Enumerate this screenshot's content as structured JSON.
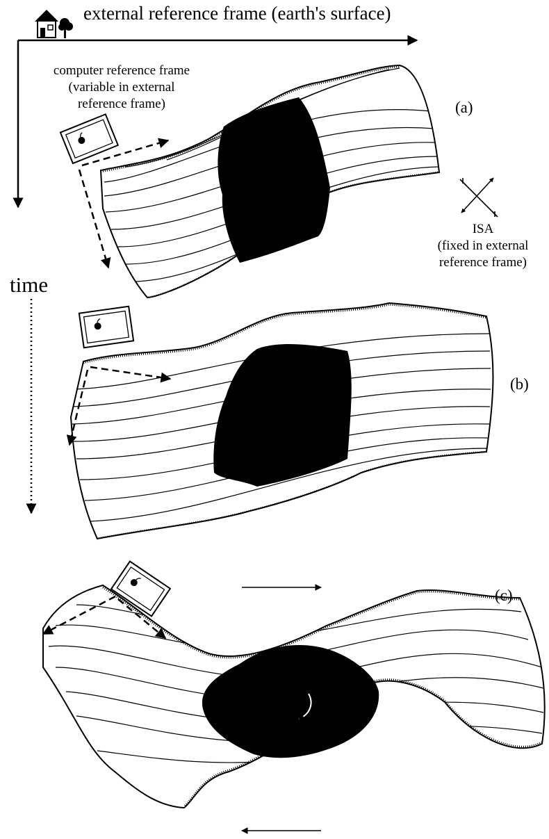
{
  "title": "external reference frame (earth's surface)",
  "computer_frame": {
    "line1": "computer reference frame",
    "line2": "(variable in external",
    "line3": "reference frame)"
  },
  "isa": {
    "line1": "ISA",
    "line2": "(fixed in external",
    "line3": "reference frame)"
  },
  "time_label": "time",
  "panels": [
    "(a)",
    "(b)",
    "(c)"
  ],
  "icons": [
    "house-icon",
    "tree-icon",
    "computer-icon",
    "apple-logo-icon",
    "rotation-arrow-icon",
    "shear-arrow-icon"
  ],
  "colors": {
    "ink": "#000000",
    "background": "#ffffff"
  }
}
